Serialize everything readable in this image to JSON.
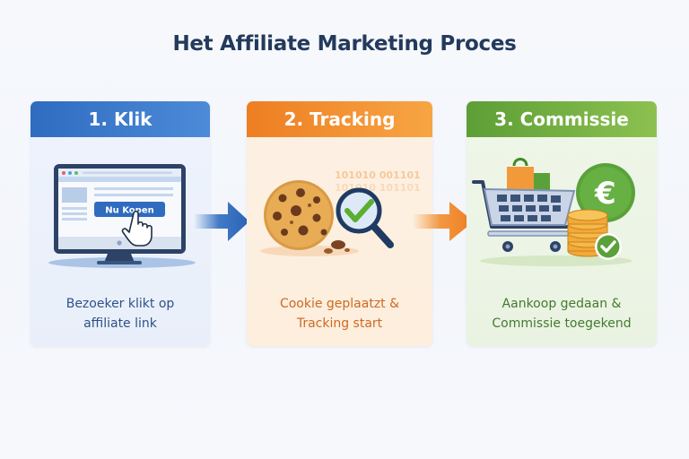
{
  "title": "Het Affiliate Marketing Proces",
  "steps": [
    {
      "header": "1. Klik",
      "description_line1": "Bezoeker klikt op",
      "description_line2": "affiliate link",
      "icon": "computer-click-icon",
      "button_label": "Nu Kopen",
      "color": "#3a78cc"
    },
    {
      "header": "2. Tracking",
      "description_line1": "Cookie geplaatzt &",
      "description_line2": "Tracking start",
      "icon": "cookie-magnifier-icon",
      "binary_line1": "101010 001101",
      "binary_line2": "101010 101101",
      "color": "#f28c2c"
    },
    {
      "header": "3. Commissie",
      "description_line1": "Aankoop gedaan &",
      "description_line2": "Commissie toegekend",
      "icon": "cart-euro-icon",
      "currency_symbol": "€",
      "color": "#6aab3e"
    }
  ],
  "arrows": [
    {
      "from": 1,
      "to": 2,
      "color": "#2f6cc0"
    },
    {
      "from": 2,
      "to": 3,
      "color": "#f28c2c"
    }
  ]
}
